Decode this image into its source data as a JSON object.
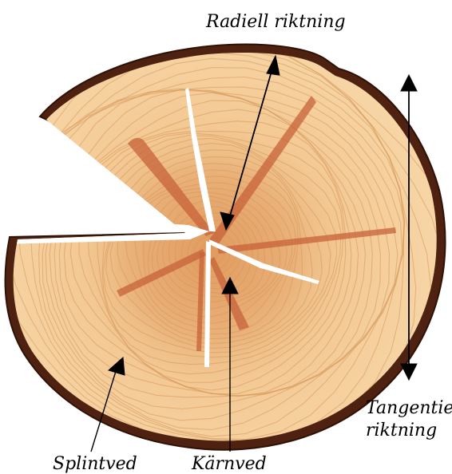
{
  "labels": {
    "radial": "Radiell riktning",
    "tangential_line1": "Tangentiell",
    "tangential_line2": "riktning",
    "sapwood": "Splintved",
    "heartwood": "Kärnved"
  },
  "colors": {
    "bark": "#5a2614",
    "bark_dark": "#3b160a",
    "sapwood": "#f2c68e",
    "sapwood_light": "#f7d7a8",
    "heartwood": "#e4a66d",
    "ring": "#d99a5c",
    "ray": "#c9643a",
    "crack": "#ffffff",
    "arrow": "#000000"
  }
}
